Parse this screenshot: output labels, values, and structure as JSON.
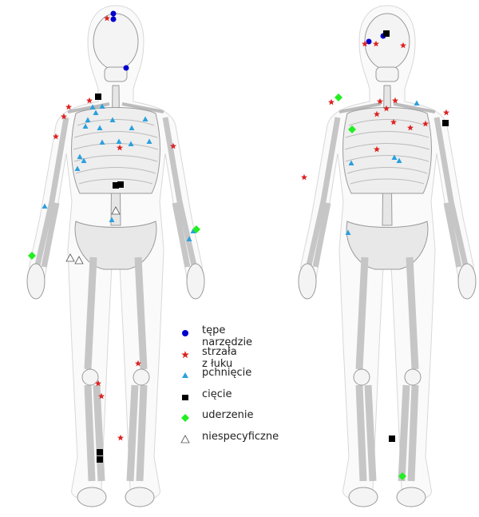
{
  "legend": [
    {
      "label": "tępe narzędzie",
      "marker": "circle",
      "color": "#0000cc"
    },
    {
      "label": "strzała z łuku",
      "marker": "star",
      "color": "#dd2222"
    },
    {
      "label": "pchnięcie",
      "marker": "triangle",
      "color": "#2aa0dd"
    },
    {
      "label": "cięcie",
      "marker": "square",
      "color": "#000000"
    },
    {
      "label": "uderzenie",
      "marker": "diamond",
      "color": "#22ee22"
    },
    {
      "label": "niespecyficzne",
      "marker": "open-triangle",
      "color": "#555555"
    }
  ]
}
